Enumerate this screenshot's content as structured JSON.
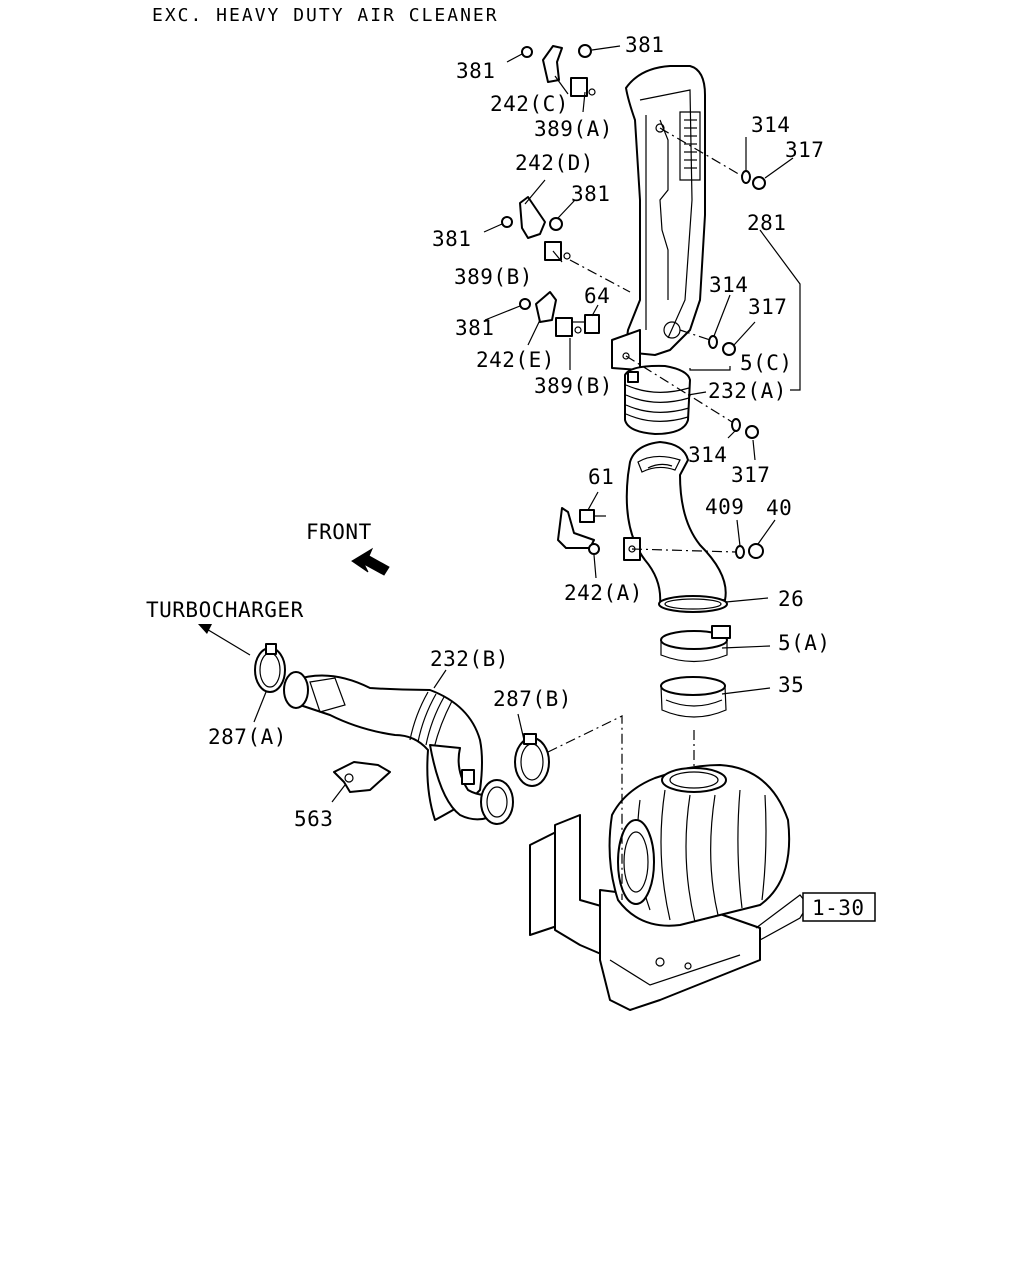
{
  "header": {
    "title": "EXC. HEAVY DUTY AIR CLEANER"
  },
  "annotations": {
    "front": "FRONT",
    "turbocharger": "TURBOCHARGER"
  },
  "reference": {
    "label": "1-30"
  },
  "callouts": {
    "c381_a": "381",
    "c381_b": "381",
    "c242c": "242(C)",
    "c389a": "389(A)",
    "c314_a": "314",
    "c317_a": "317",
    "c242d": "242(D)",
    "c381_c": "381",
    "c381_d": "381",
    "c281": "281",
    "c389b_a": "389(B)",
    "c64": "64",
    "c314_b": "314",
    "c317_b": "317",
    "c381_e": "381",
    "c242e": "242(E)",
    "c5c": "5(C)",
    "c389b_b": "389(B)",
    "c232a": "232(A)",
    "c314_c": "314",
    "c317_c": "317",
    "c61": "61",
    "c409": "409",
    "c40": "40",
    "c242a": "242(A)",
    "c26": "26",
    "c5a": "5(A)",
    "c35": "35",
    "c232b": "232(B)",
    "c287b": "287(B)",
    "c287a": "287(A)",
    "c563": "563"
  },
  "colors": {
    "ink": "#000000",
    "paper": "#ffffff"
  }
}
